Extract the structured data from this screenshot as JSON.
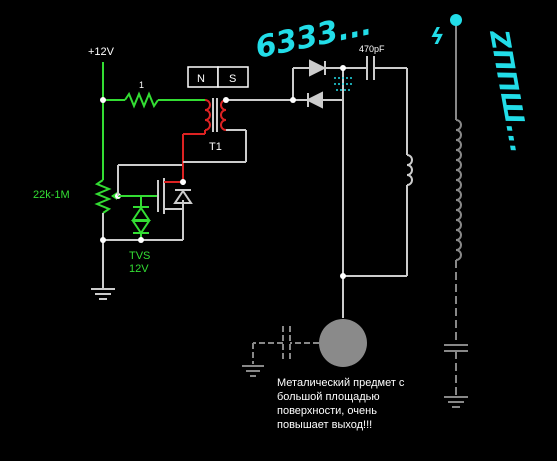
{
  "labels": {
    "supply": "+12V",
    "resistor_small": "1",
    "magnet_n": "N",
    "magnet_s": "S",
    "transformer": "T1",
    "capacitor": "470pF",
    "pot": "22k-1M",
    "tvs_line1": "TVS",
    "tvs_line2": "12V"
  },
  "annotation": {
    "line1": "Металический предмет с",
    "line2": "большой площадью",
    "line3": "поверхности, очень",
    "line4": "повышает выход!!!"
  },
  "scrawl": {
    "left": "6333...",
    "right": "ZППШ..."
  },
  "colors": {
    "background": "#000000",
    "wire": "#cccccc",
    "powered_wire": "#33dd33",
    "active_wire": "#dd2222",
    "ground_wire": "#888888",
    "spark": "#22dde8"
  }
}
